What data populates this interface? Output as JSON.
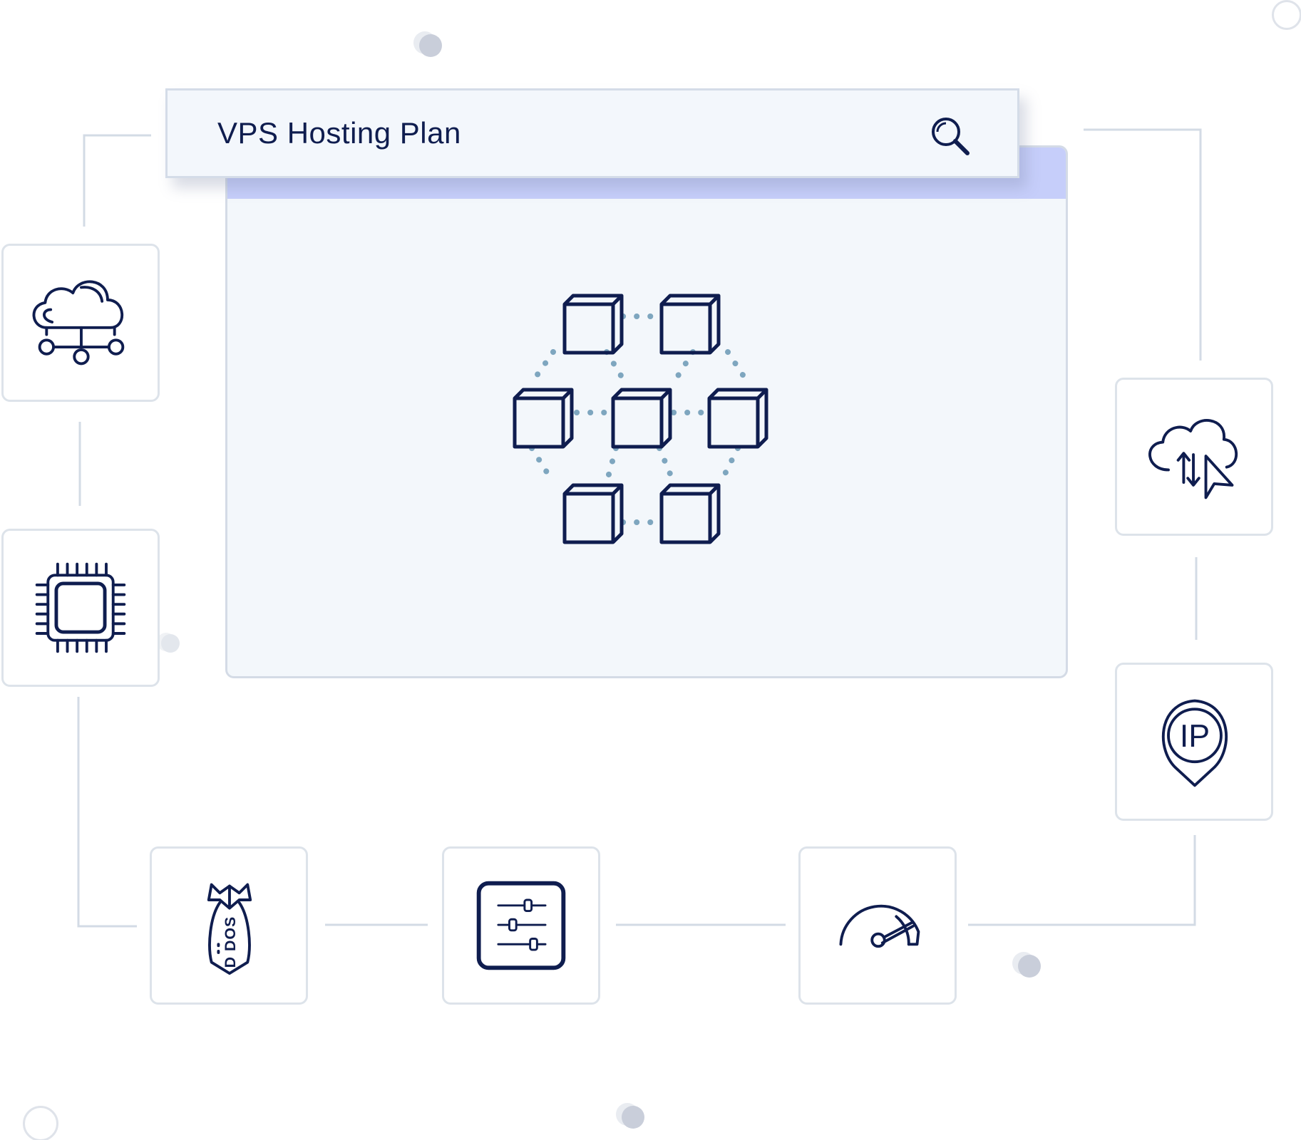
{
  "search": {
    "text": "VPS Hosting Plan"
  },
  "icons": {
    "search": "search-icon",
    "center": "connected-cubes-icon",
    "cloud_network": "cloud-network-icon",
    "cpu": "cpu-chip-icon",
    "ddos": "ddos-bomb-icon",
    "sliders": "control-sliders-icon",
    "speed": "speedometer-icon",
    "ip": "ip-location-pin-icon",
    "cloud_transfer": "cloud-transfer-cursor-icon"
  },
  "ddos_label": "D DOS",
  "ip_label": "IP",
  "colors": {
    "icon_stroke": "#0f1d4f",
    "dotted_link": "#7ea6bf",
    "connector_line": "#d3dbe5",
    "window_topbar": "#c6cefa",
    "window_body": "#f3f7fb",
    "search_bar": "#f3f7fc"
  }
}
